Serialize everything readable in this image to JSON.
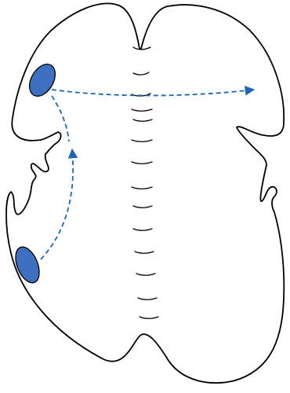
{
  "diagram": {
    "colors": {
      "outline": "#000000",
      "background": "#ffffff",
      "spot_fill": "#3f6fbf",
      "arrow": "#1f66b0"
    },
    "elements": {
      "body_outline": "organism-outline",
      "spots": [
        "upper-left-spot",
        "lower-left-spot"
      ],
      "arrows": [
        "horizontal-dashed-arrow",
        "vertical-dashed-arrow"
      ],
      "midline": "central-midline-markings"
    }
  }
}
